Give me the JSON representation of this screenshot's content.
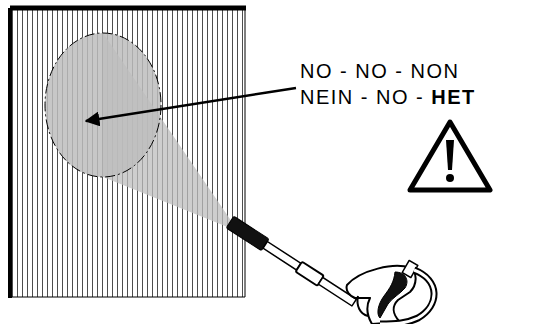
{
  "diagram": {
    "labels": [
      "NO - NO - NON",
      "NEIN - NO -",
      "HET"
    ]
  }
}
